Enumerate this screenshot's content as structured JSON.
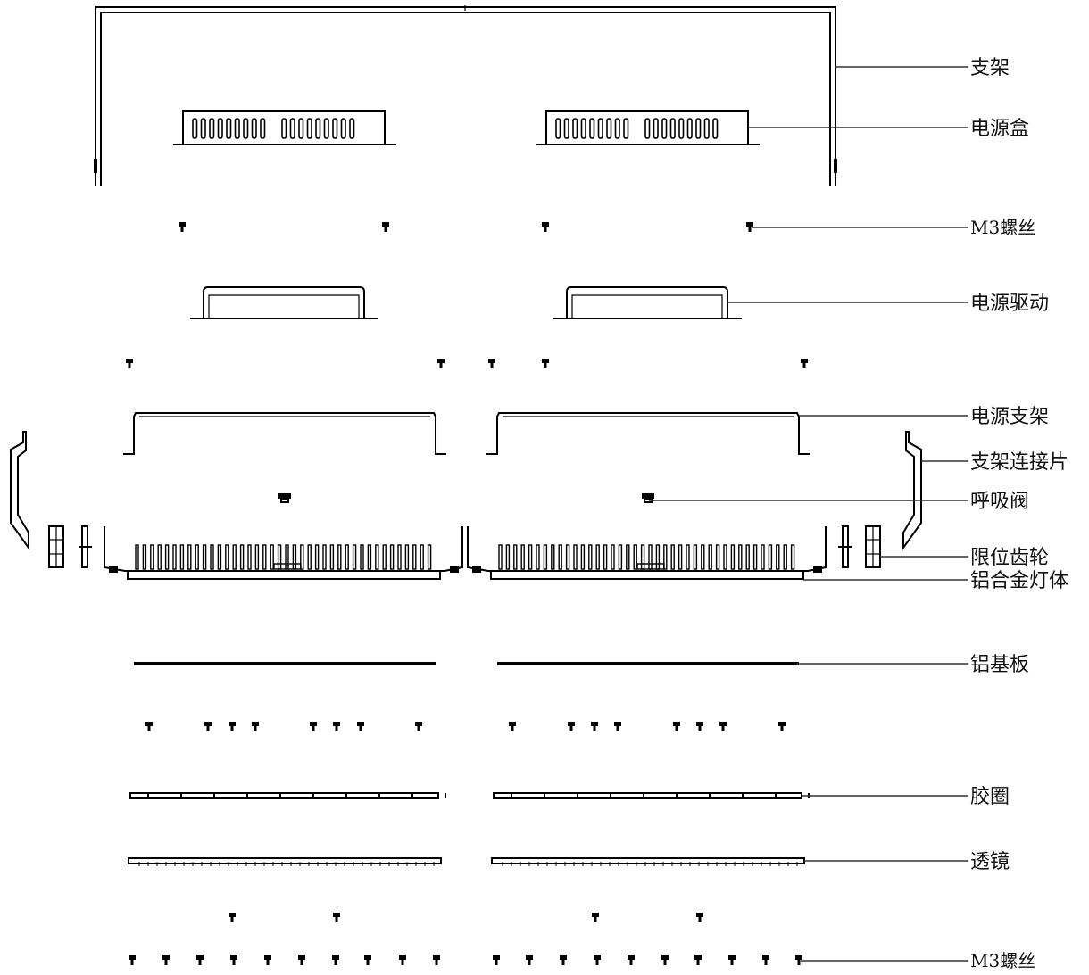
{
  "labels": {
    "bracket": "支架",
    "power_box": "电源盒",
    "screw_top": "M3螺丝",
    "power_driver": "电源驱动",
    "power_bracket": "电源支架",
    "bracket_connector": "支架连接片",
    "breather_valve": "呼吸阀",
    "limit_gear": "限位齿轮",
    "alloy_body": "铝合金灯体",
    "aluminum_substrate": "铝基板",
    "rubber_ring": "胶圈",
    "lens": "透镜",
    "screw_bottom": "M3螺丝"
  }
}
